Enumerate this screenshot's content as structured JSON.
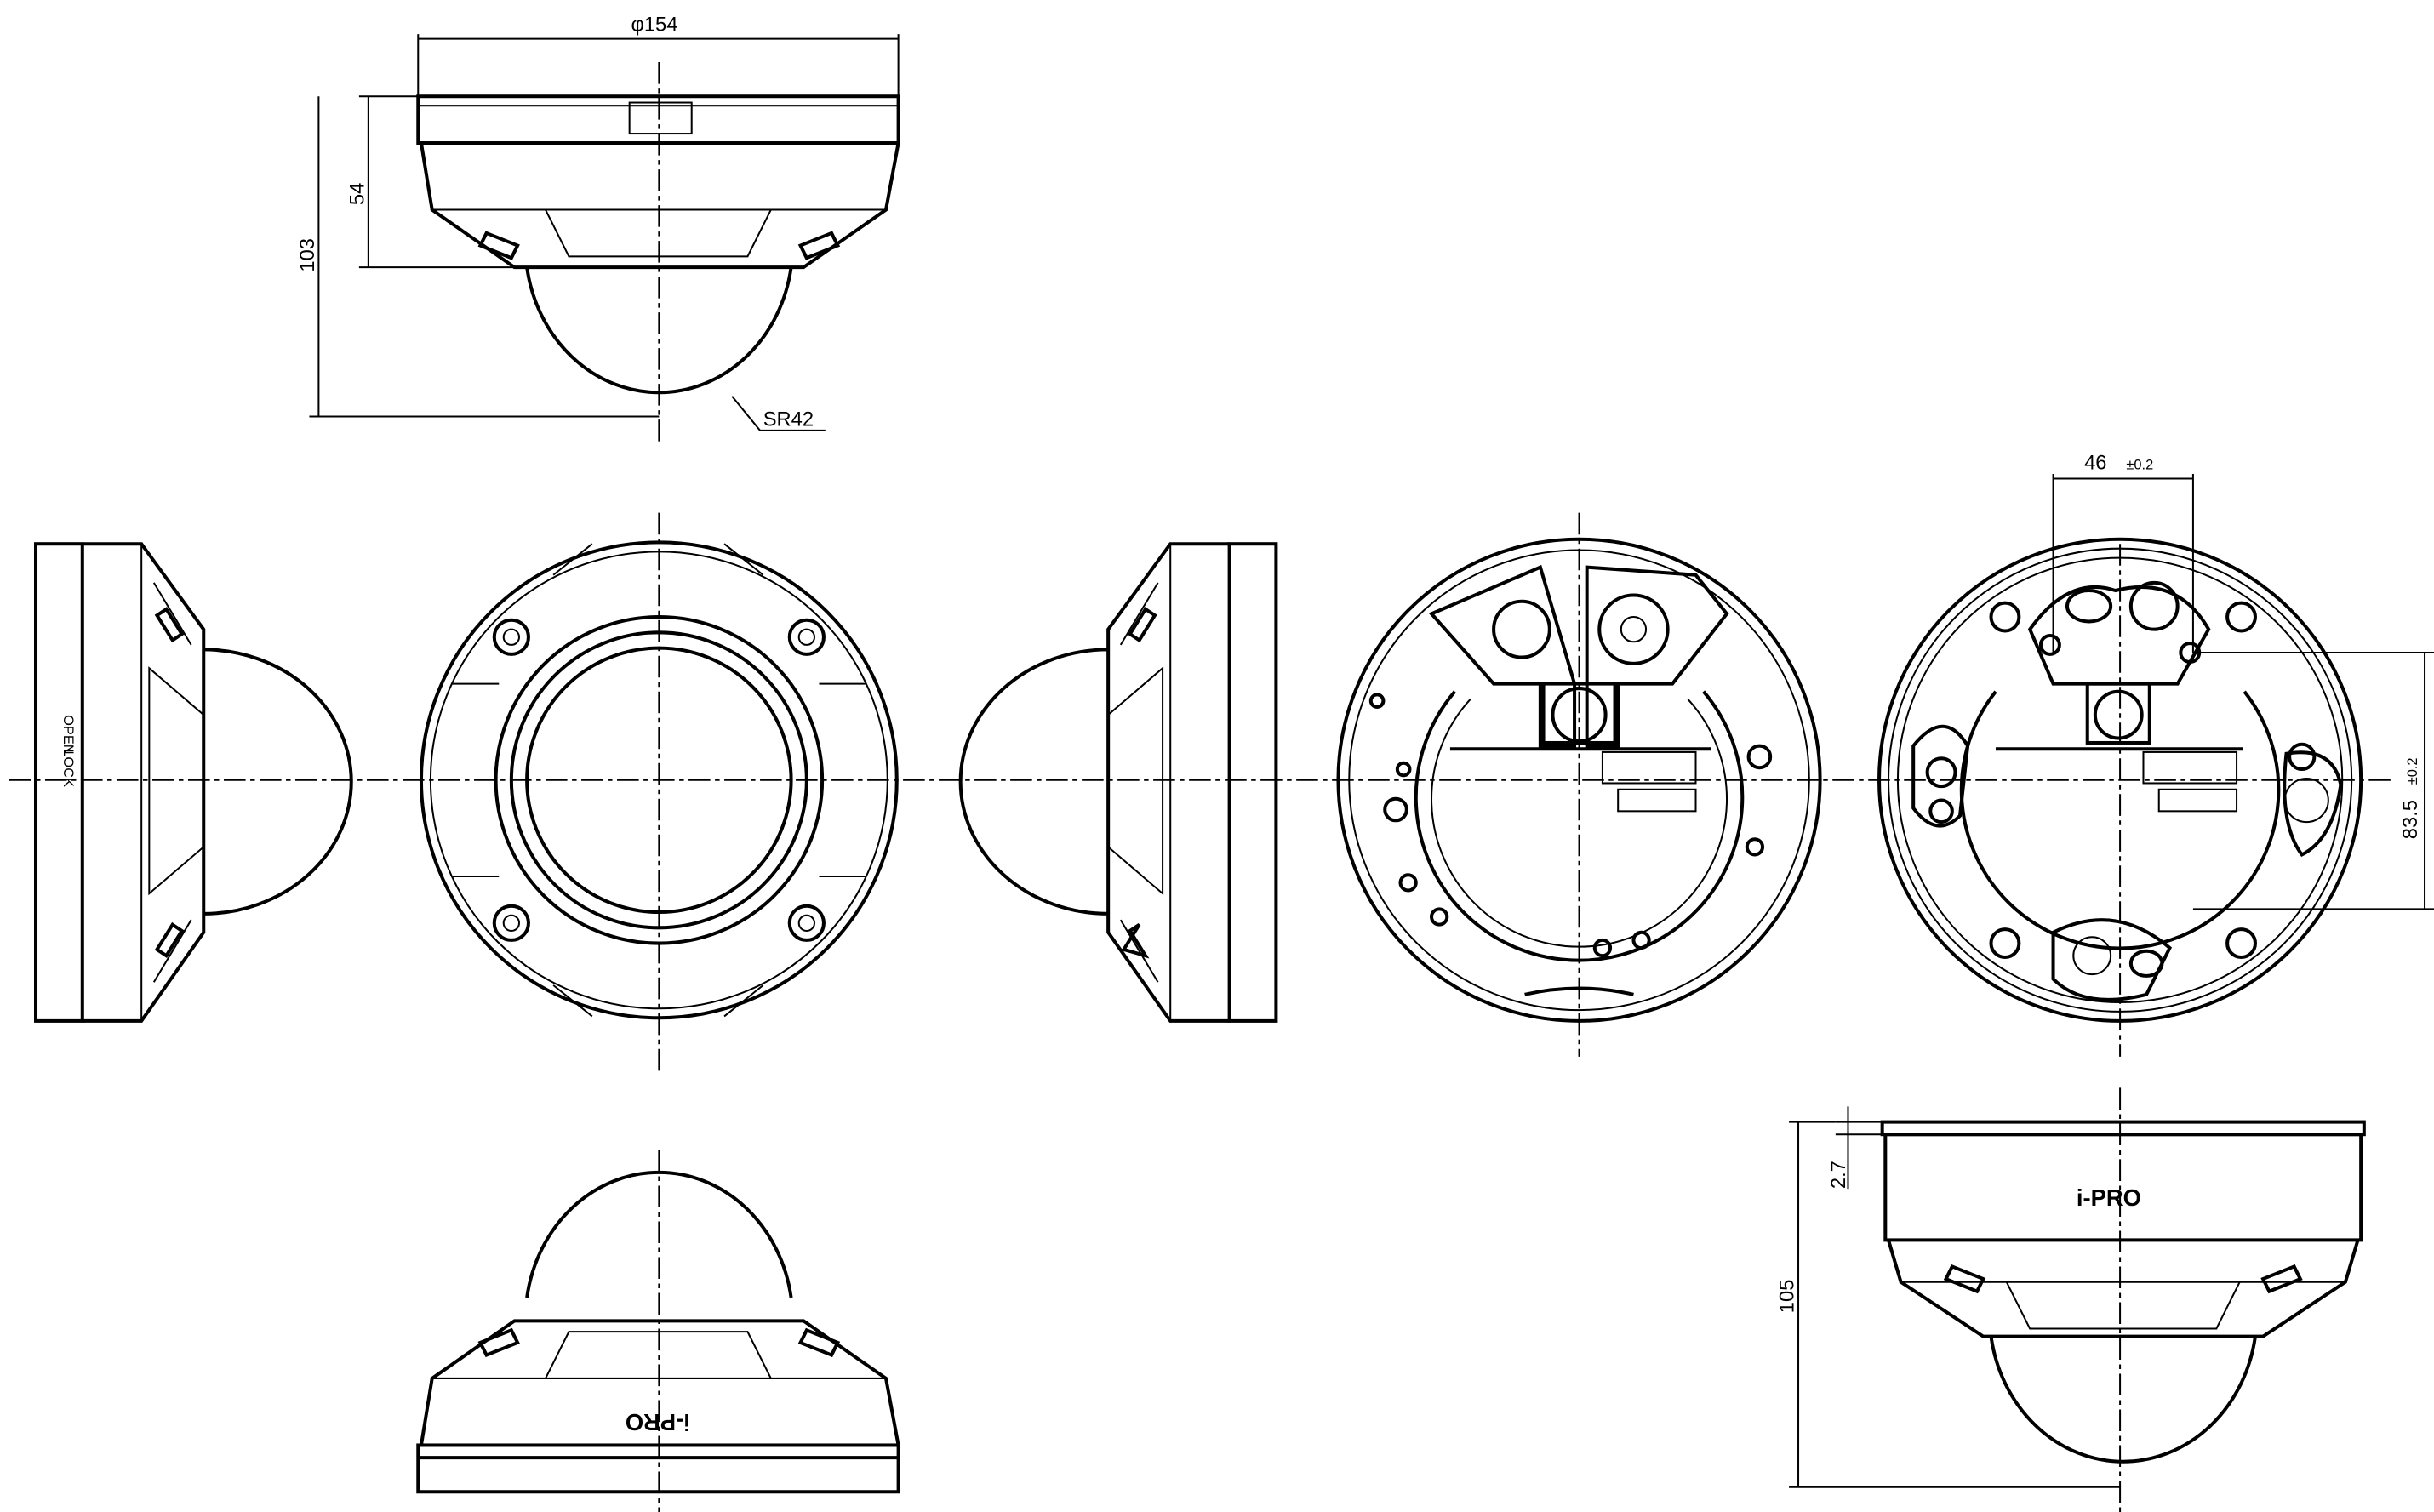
{
  "drawing": {
    "dimensions": {
      "diameter": "φ154",
      "housing_height": "54",
      "total_height": "103",
      "dome_radius": "SR42",
      "mount_pitch_h": "46",
      "mount_pitch_h_tol": "±0.2",
      "mount_pitch_v": "83.5",
      "mount_pitch_v_tol": "±0.2",
      "plate_thickness": "2.7",
      "total_height_with_bracket": "105"
    },
    "labels": {
      "open": "OPEN",
      "lock": "LOCK",
      "brand": "i-PRO"
    }
  }
}
